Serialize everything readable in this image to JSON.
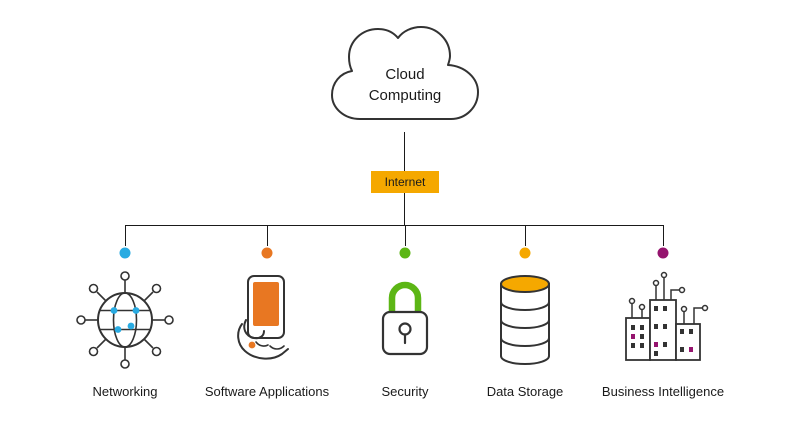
{
  "diagram": {
    "cloud_title_line1": "Cloud",
    "cloud_title_line2": "Computing",
    "internet_label": "Internet"
  },
  "colors": {
    "line": "#1a1a1a",
    "stroke": "#333333",
    "internet_bg": "#f5a800",
    "blue": "#29abe2",
    "orange": "#e87722",
    "green": "#5cb615",
    "amber": "#f5a800",
    "magenta": "#95146e"
  },
  "nodes": [
    {
      "label": "Networking",
      "color": "#29abe2",
      "icon": "network-globe-icon"
    },
    {
      "label": "Software Applications",
      "color": "#e87722",
      "icon": "mobile-app-hand-icon"
    },
    {
      "label": "Security",
      "color": "#5cb615",
      "icon": "padlock-icon"
    },
    {
      "label": "Data Storage",
      "color": "#f5a800",
      "icon": "database-icon"
    },
    {
      "label": "Business Intelligence",
      "color": "#95146e",
      "icon": "buildings-circuit-icon"
    }
  ]
}
